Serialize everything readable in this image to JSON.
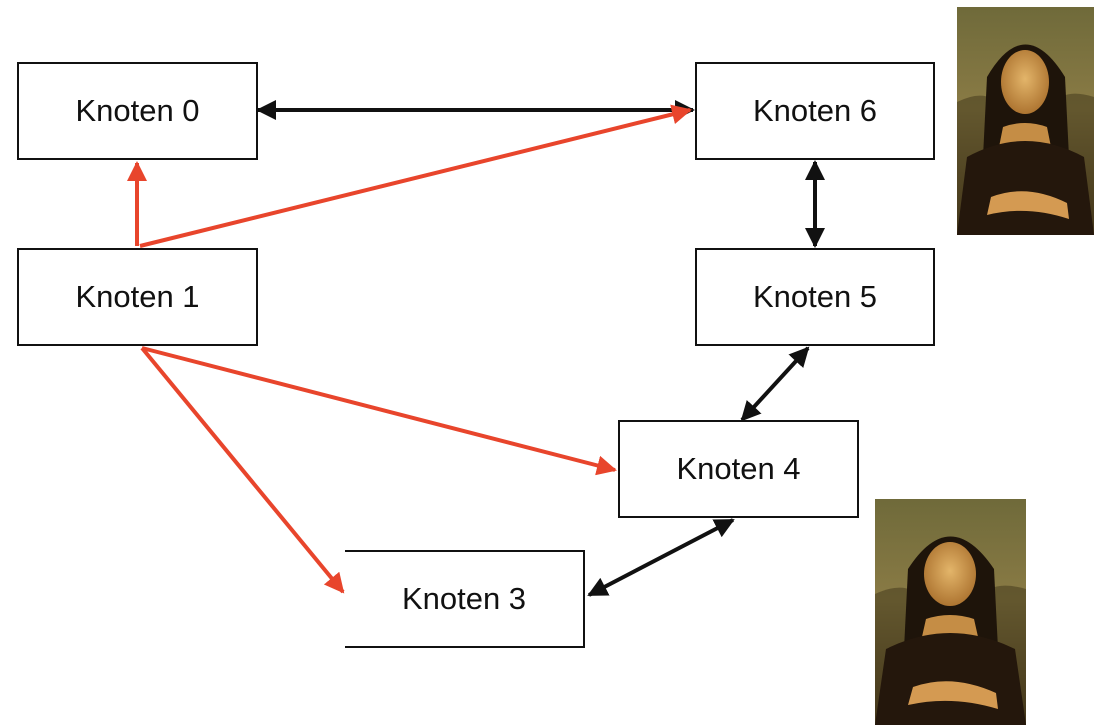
{
  "nodes": {
    "n0": "Knoten 0",
    "n1": "Knoten 1",
    "n3": "Knoten 3",
    "n4": "Knoten 4",
    "n5": "Knoten 5",
    "n6": "Knoten 6"
  },
  "edges": [
    {
      "from": "n0",
      "to": "n6",
      "kind": "bidirectional",
      "color": "#111111"
    },
    {
      "from": "n6",
      "to": "n5",
      "kind": "bidirectional",
      "color": "#111111"
    },
    {
      "from": "n5",
      "to": "n4",
      "kind": "bidirectional",
      "color": "#111111"
    },
    {
      "from": "n4",
      "to": "n3",
      "kind": "bidirectional",
      "color": "#111111"
    },
    {
      "from": "n1",
      "to": "n0",
      "kind": "directed",
      "color": "#e8452c"
    },
    {
      "from": "n1",
      "to": "n6",
      "kind": "directed",
      "color": "#e8452c"
    },
    {
      "from": "n1",
      "to": "n4",
      "kind": "directed",
      "color": "#e8452c"
    },
    {
      "from": "n1",
      "to": "n3",
      "kind": "directed",
      "color": "#e8452c"
    }
  ],
  "colors": {
    "highlight": "#e8452c",
    "default": "#111111"
  },
  "images": [
    "mona-lisa-painting",
    "mona-lisa-painting"
  ]
}
